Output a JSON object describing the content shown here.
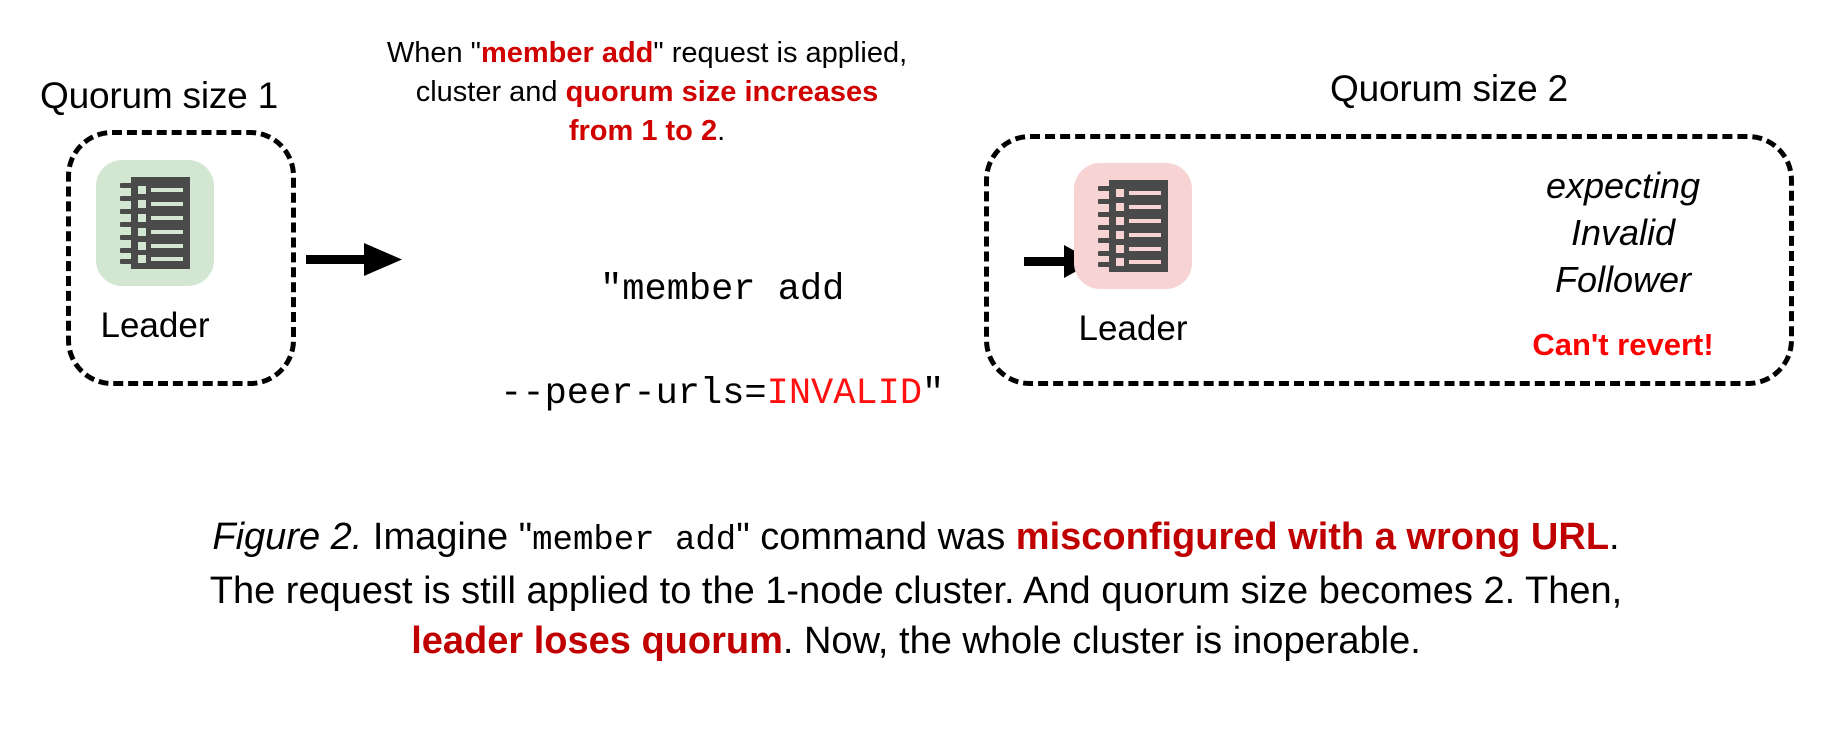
{
  "figure": {
    "background_color": "#ffffff",
    "accent_red": "#d00000",
    "bright_red": "#ff1111",
    "node_green": "#d3e6d2",
    "node_pink": "#f7d3d3"
  },
  "left_cluster": {
    "quorum_label": "Quorum size 1",
    "node": {
      "icon": "server-rack-icon",
      "label": "Leader",
      "color": "#d3e6d2"
    }
  },
  "right_cluster": {
    "quorum_label": "Quorum size 2",
    "node": {
      "icon": "server-rack-icon",
      "label": "Leader",
      "color": "#f7d3d3"
    },
    "status_lines": [
      "expecting",
      "Invalid",
      "Follower"
    ],
    "warning": "Can't revert!"
  },
  "top_note": {
    "line1_pre": "When \"",
    "line1_hl": "member add",
    "line1_post": "\" request is applied,",
    "line2_pre": "cluster and ",
    "line2_hl": "quorum size increases",
    "line3_hl": "from 1 to 2",
    "line3_post": "."
  },
  "command": {
    "line1": "\"member add",
    "line2_pre": "--peer-urls=",
    "line2_invalid": "INVALID",
    "line2_post": "\""
  },
  "arrows": [
    {
      "name": "arrow-cluster-to-command",
      "direction": "right"
    },
    {
      "name": "arrow-command-to-cluster",
      "direction": "right"
    }
  ],
  "caption": {
    "figure_number": "Figure 2.",
    "seg1": " Imagine \"",
    "mono1": "member add",
    "seg2": "\" command was ",
    "hl1": "misconfigured with a wrong URL",
    "seg3": ".",
    "line2": "The request is still applied to the 1-node cluster. And quorum size becomes 2. Then,",
    "hl2": "leader loses quorum",
    "seg4": ". Now, the whole cluster is inoperable."
  }
}
